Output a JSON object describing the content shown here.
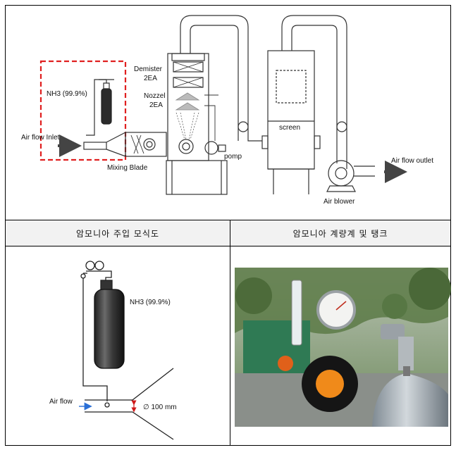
{
  "top_diagram": {
    "labels": {
      "demister": "Demister",
      "demister_qty": "2EA",
      "nozzel": "Nozzel",
      "nozzel_qty": "2EA",
      "nh3": "NH3 (99.9%)",
      "air_flow_inlet": "Air flow Inlet",
      "mixing_blade": "Mixing Blade",
      "pomp": "pomp",
      "screen": "screen",
      "air_flow_outlet": "Air flow outlet",
      "air_blower": "Air blower"
    }
  },
  "table": {
    "left_header": "암모니아 주입 모식도",
    "right_header": "암모니아 계량계 및 탱크"
  },
  "injection_diagram": {
    "labels": {
      "nh3": "NH3 (99.9%)",
      "air_flow": "Air flow",
      "diameter": "∅ 100 mm"
    }
  },
  "colors": {
    "highlight_box": "#e02020",
    "arrow_blue": "#2a6fd6",
    "dim_red": "#d01818"
  }
}
